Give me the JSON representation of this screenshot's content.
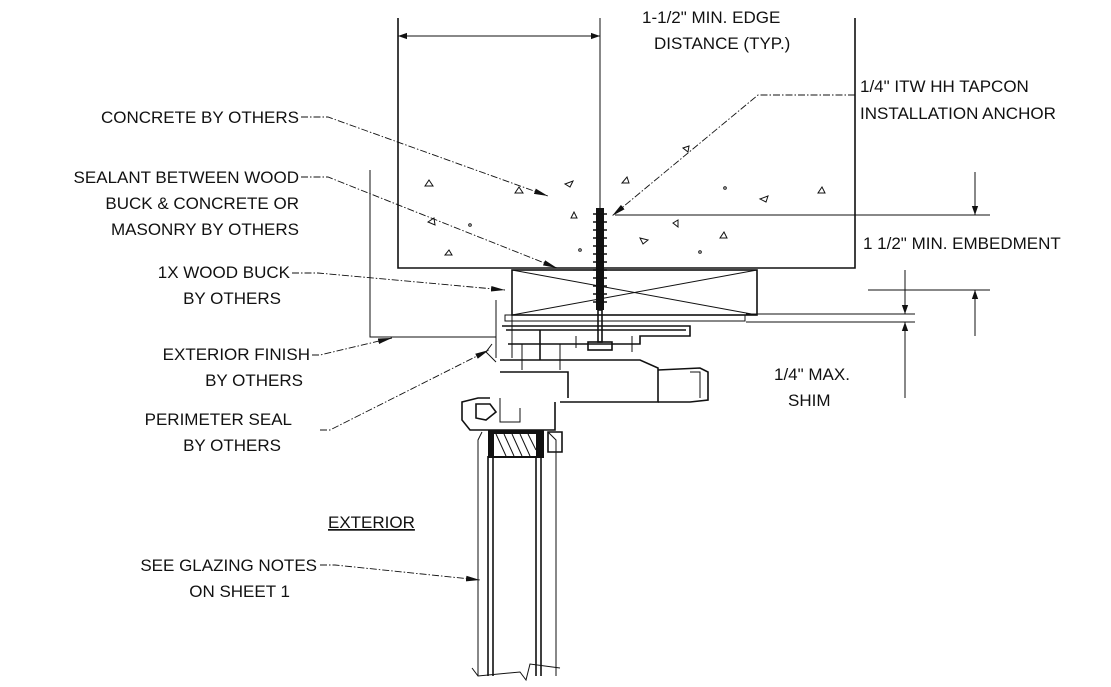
{
  "labels": {
    "edge_distance_1": "1-1/2\" MIN. EDGE",
    "edge_distance_2": "DISTANCE (TYP.)",
    "anchor_1": "1/4\" ITW HH TAPCON",
    "anchor_2": "INSTALLATION ANCHOR",
    "concrete": "CONCRETE BY OTHERS",
    "sealant_1": "SEALANT BETWEEN WOOD",
    "sealant_2": "BUCK & CONCRETE OR",
    "sealant_3": "MASONRY BY OTHERS",
    "embedment": "1 1/2\" MIN. EMBEDMENT",
    "buck_1": "1X WOOD BUCK",
    "buck_2": "BY OTHERS",
    "finish_1": "EXTERIOR FINISH",
    "finish_2": "BY OTHERS",
    "shim_1": "1/4\" MAX.",
    "shim_2": "SHIM",
    "perimeter_1": "PERIMETER SEAL",
    "perimeter_2": "BY OTHERS",
    "exterior": "EXTERIOR",
    "glazing_1": "SEE GLAZING NOTES",
    "glazing_2": "ON SHEET 1"
  }
}
